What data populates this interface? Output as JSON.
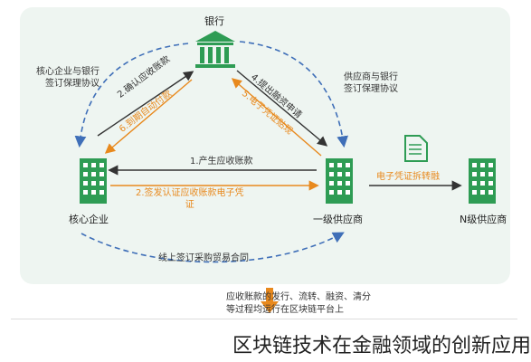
{
  "nodes": {
    "bank": "银行",
    "core": "核心企业",
    "tier1": "一级供应商",
    "tierN": "N级供应商"
  },
  "edges": {
    "bank_core_agreement": "核心企业与银行\n签订保理协议",
    "bank_supplier_agreement": "供应商与银行\n签订保理协议",
    "e2c": "2.确认应收账款",
    "e6": "6.到期自动付款",
    "e4": "4.提出融资申请",
    "e5": "5.电子凭证贴现",
    "e1": "1.产生应收账款",
    "e2b": "2.签发认证应收账款电子凭\n证",
    "e3": "电子凭证拆转融",
    "contract": "线上签订采购贸易合同"
  },
  "bottom_text": "应收账款的发行、流转、融资、清分\n等过程均运行在区块链平台上",
  "caption": "区块链技术在金融领域的创新应用",
  "colors": {
    "green": "#2e9c54",
    "orange": "#e8891d",
    "blue_dash": "#3f6fb8",
    "panel": "#eef5f1"
  }
}
